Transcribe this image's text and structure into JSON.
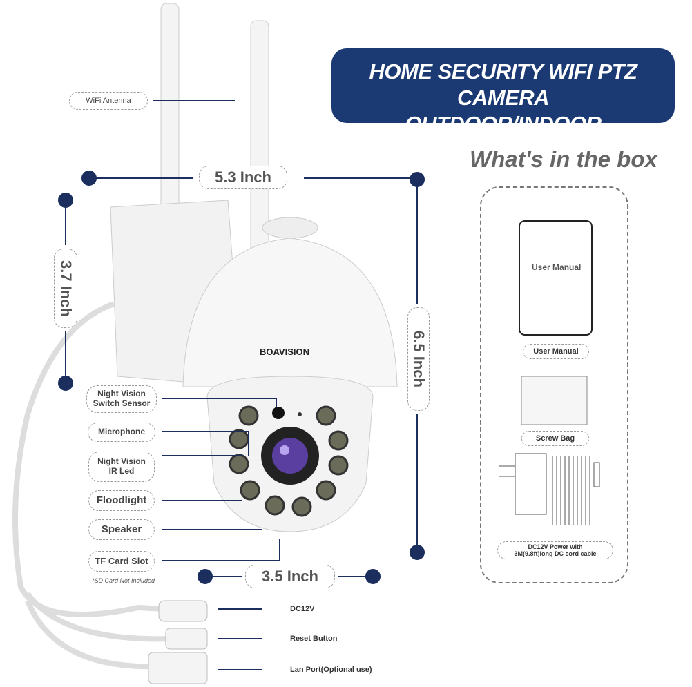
{
  "banner": {
    "line1": "HOME SECURITY WIFI PTZ CAMERA",
    "line2": "OUTDOOR/INDOOR"
  },
  "box": {
    "title": "What's in the box",
    "manual_cover": "User Manual",
    "items": [
      "User Manual",
      "Screw Bag",
      "DC12V Power with",
      "3M(9.8ft)long DC cord cable"
    ]
  },
  "brand": "BOAVISION",
  "dimensions": {
    "width": "5.3 Inch",
    "height": "6.5 Inch",
    "depth": "3.7 Inch",
    "base": "3.5 Inch"
  },
  "labels": {
    "antenna": "WiFi Antenna",
    "nv1": "Night Vision",
    "nv2": "Switch Sensor",
    "mic": "Microphone",
    "ir1": "Night Vision",
    "ir2": "IR Led",
    "flood": "Floodlight",
    "speaker": "Speaker",
    "tf": "TF Card Slot",
    "sd_note": "*SD Card Not Included"
  },
  "cable_labels": [
    "DC12V",
    "Reset Button",
    "Lan Port(Optional use)"
  ],
  "colors": {
    "navy": "#1b3a74",
    "dim_line": "#1b2e5e"
  }
}
